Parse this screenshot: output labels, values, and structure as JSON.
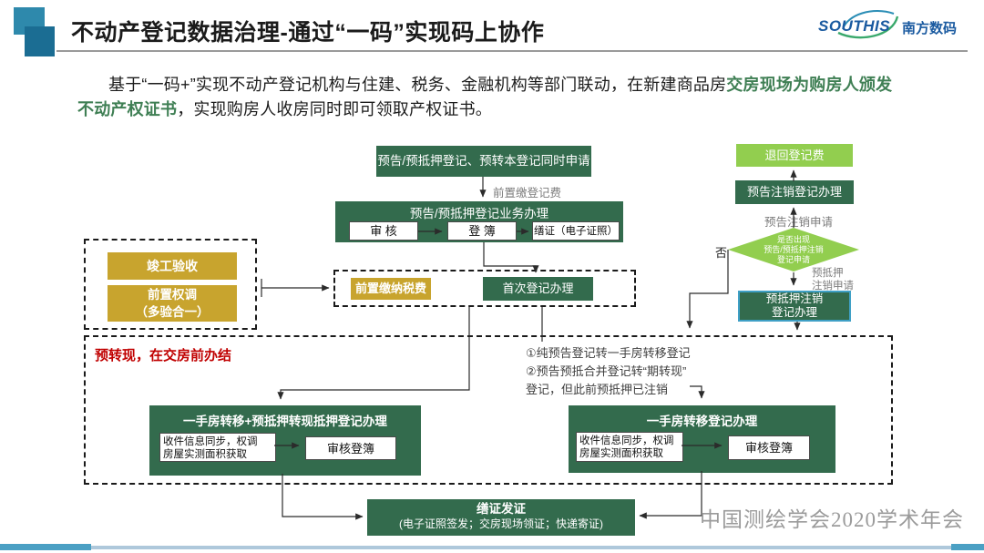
{
  "colors": {
    "dark_green": "#336B4D",
    "light_green": "#92CE4F",
    "gold": "#C8A42E",
    "red": "#C00000",
    "teal_square": "#2E89AC",
    "intro_green": "#3F7F54",
    "brand_blue": "#1A5AA0"
  },
  "header": {
    "title": "不动产登记数据治理-通过“一码”实现码上协作",
    "brand": "SOUTHIS",
    "brand_cn": "南方数码"
  },
  "intro": {
    "line1_black": "基于“一码+”实现不动产登记机构与住建、税务、金融机构等部门联动，在新建商品房",
    "line1_green": "交房现场为购房人颁发",
    "line2_green": "不动产权证书",
    "line2_black": "，实现购房人收房同时即可领取产权证书。"
  },
  "flow": {
    "apply_box": "预告/预抵押登记、预转本登记同时申请",
    "fee_label": "前置缴登记费",
    "process": {
      "title": "预告/预抵押登记业务办理",
      "steps": [
        "审 核",
        "登 簿",
        "缮证（电子证照）"
      ]
    },
    "left_group": {
      "box1": "竣工验收",
      "box2_line1": "前置权调",
      "box2_line2": "（多验合一）"
    },
    "mid_group": {
      "tax": "前置缴纳税费",
      "first_reg": "首次登记办理"
    },
    "right_col": {
      "refund": "退回登记费",
      "cancel_handle": "预告注销登记办理",
      "cancel_apply": "预告注销申请",
      "diamond": [
        "是否出现",
        "预告/预抵押注销",
        "登记申请"
      ],
      "no_label": "否",
      "mortgage_apply_line1": "预抵押",
      "mortgage_apply_line2": "注销申请",
      "mortgage_box_line1": "预抵押注销",
      "mortgage_box_line2": "登记办理"
    },
    "bottom_group": {
      "label": "预转现，在交房前办结",
      "notes": [
        "①纯预告登记转一手房转移登记",
        "②预告预抵合并登记转“期转现”",
        "登记，但此前预抵押已注销"
      ],
      "left_box": {
        "title": "一手房转移+预抵押转现抵押登记办理",
        "input_line1": "收件信息同步，权调",
        "input_line2": "房屋实测面积获取",
        "step": "审核登簿"
      },
      "right_box": {
        "title": "一手房转移登记办理",
        "input_line1": "收件信息同步，权调",
        "input_line2": "房屋实测面积获取",
        "step": "审核登簿"
      }
    },
    "issue_box": {
      "title": "缮证发证",
      "subtitle": "(电子证照签发；交房现场领证；快递寄证)"
    }
  },
  "watermark": "中国测绘学会2020学术年会"
}
